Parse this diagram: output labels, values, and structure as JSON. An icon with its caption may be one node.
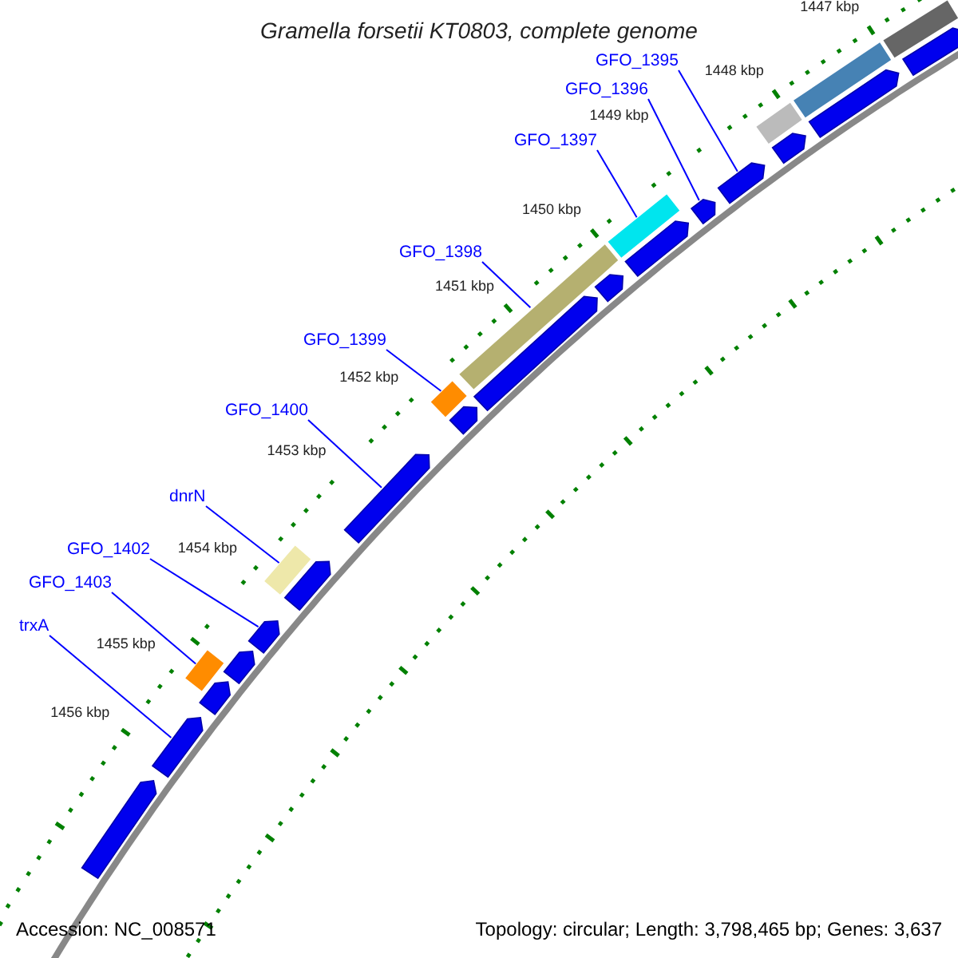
{
  "diagram": {
    "title": "Gramella forsetii KT0803, complete genome",
    "nodes": [
      {
        "text": [
          "GFO_1395"
        ]
      },
      {
        "text": [
          "GFO_1396"
        ]
      },
      {
        "text": [
          "GFO_1397"
        ]
      },
      {
        "text": [
          "GFO_1398"
        ]
      },
      {
        "text": [
          "GFO_1399"
        ]
      },
      {
        "text": [
          "GFO_1400"
        ]
      },
      {
        "text": [
          "dnrN"
        ]
      },
      {
        "text": [
          "GFO_1402"
        ]
      },
      {
        "text": [
          "GFO_1403"
        ]
      },
      {
        "text": [
          "trxA"
        ]
      },
      {
        "text": [],
        "shape": "bar"
      },
      {
        "text": [],
        "shape": "arrow"
      },
      {
        "text": [],
        "shape": "bar"
      },
      {
        "text": [],
        "shape": "arrow"
      },
      {
        "text": [],
        "shape": "bar"
      },
      {
        "text": [],
        "shape": "arrow"
      },
      {
        "text": [],
        "shape": "arrow"
      },
      {
        "text": [],
        "shape": "arrow"
      },
      {
        "text": [],
        "shape": "bar"
      },
      {
        "text": [],
        "shape": "arrow"
      },
      {
        "text": [],
        "shape": "bar"
      },
      {
        "text": [],
        "shape": "arrow"
      },
      {
        "text": [],
        "shape": "arrow"
      },
      {
        "text": [],
        "shape": "bar"
      },
      {
        "text": [],
        "shape": "arrow"
      },
      {
        "text": [],
        "shape": "arrow"
      },
      {
        "text": [],
        "shape": "bar"
      },
      {
        "text": [],
        "shape": "arrow"
      },
      {
        "text": [],
        "shape": "arrow"
      },
      {
        "text": [],
        "shape": "bar"
      },
      {
        "text": [],
        "shape": "arrow"
      },
      {
        "text": [],
        "shape": "arrow"
      },
      {
        "text": [],
        "shape": "arrow"
      },
      {
        "text": [],
        "shape": "arrow"
      }
    ],
    "edges": [
      {
        "from": 0,
        "to": 16,
        "arrow": "none"
      },
      {
        "from": 1,
        "to": 17,
        "arrow": "none"
      },
      {
        "from": 2,
        "to": 18,
        "arrow": "none"
      },
      {
        "from": 3,
        "to": 20,
        "arrow": "none"
      },
      {
        "from": 4,
        "to": 23,
        "arrow": "none"
      },
      {
        "from": 5,
        "to": 25,
        "arrow": "none"
      },
      {
        "from": 6,
        "to": 26,
        "arrow": "none"
      },
      {
        "from": 7,
        "to": 28,
        "arrow": "none"
      },
      {
        "from": 8,
        "to": 29,
        "arrow": "none"
      },
      {
        "from": 9,
        "to": 32,
        "arrow": "none"
      }
    ],
    "labels": [
      "1447 kbp",
      "1448 kbp",
      "1449 kbp",
      "1450 kbp",
      "1451 kbp",
      "1452 kbp",
      "1453 kbp",
      "1454 kbp",
      "1455 kbp",
      "1456 kbp",
      "Accession: NC_008571",
      "Topology: circular; Length: 3,798,465 bp; Genes: 3,637"
    ]
  }
}
